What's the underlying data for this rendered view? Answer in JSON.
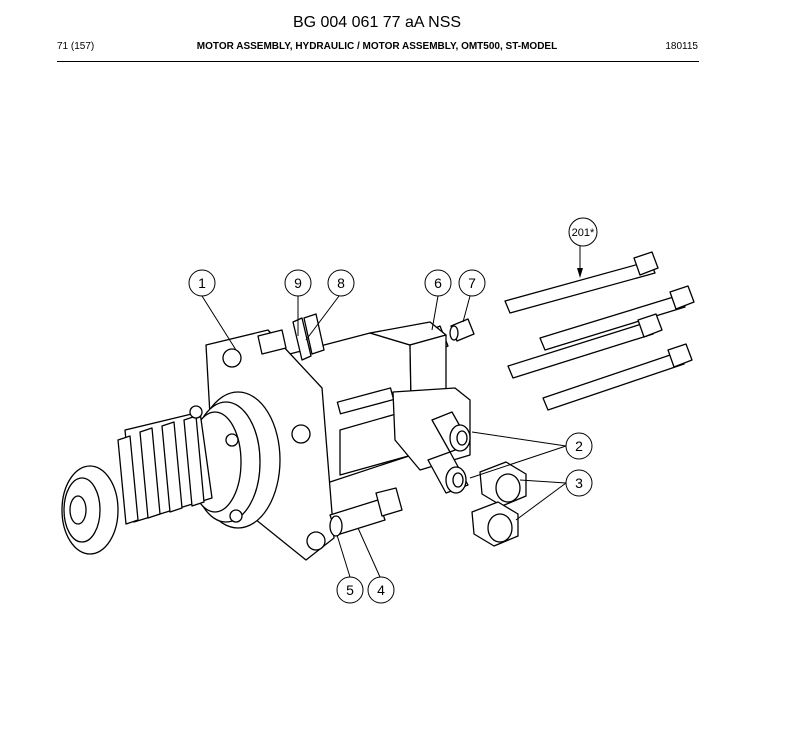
{
  "header": {
    "doc_id": "BG 004 061 77 aA NSS",
    "page": "71 (157)",
    "title": "MOTOR ASSEMBLY, HYDRAULIC / MOTOR ASSEMBLY, OMT500, ST-MODEL",
    "code": "180115"
  },
  "callouts": [
    "1",
    "9",
    "8",
    "6",
    "7",
    "201*",
    "2",
    "3",
    "5",
    "4"
  ]
}
